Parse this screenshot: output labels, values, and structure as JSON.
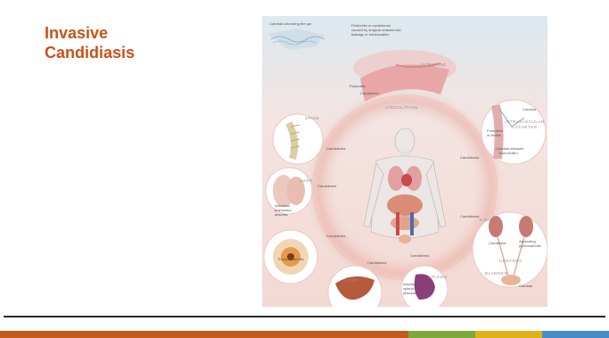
{
  "slide": {
    "title_line1": "Invasive",
    "title_line2": "Candidiasis",
    "title_color": "#c8521a"
  },
  "illustration": {
    "top_left_caption": "Candida colonizing the gut",
    "top_caption_l1": "Peritonitis or candidemia",
    "top_caption_l2": "caused by surgical anastomotic",
    "top_caption_l3": "leakage or translocation",
    "organ_gut": "INTESTINE",
    "peritonitis": "Peritonitis",
    "candidemia_top": "Candidemia",
    "circulation": "CIRCULATION",
    "candida_right": "Candida",
    "catheter_l1": "INTRAVASCULAR",
    "catheter_l2": "CATHETER",
    "biofilm_l1": "Formation",
    "biofilm_l2": "of biofilm",
    "released_l1": "Candida released",
    "released_l2": "from biofilm",
    "spine": "SPINE",
    "lung": "LUNG",
    "pulm_l1": "Infectious",
    "pulm_l2": "pulmonary",
    "pulm_l3": "abscess",
    "endo": "Endophthalmitis",
    "liver": "LIVER",
    "spleen": "SPLEEN",
    "splenic_l1": "Infectious",
    "splenic_l2": "splenic",
    "splenic_l3": "abscess",
    "kidney": "KIDNEY",
    "candiduria": "Candiduria",
    "pyelo_l1": "Ascending",
    "pyelo_l2": "pyelonephritis",
    "ureters": "URETERS",
    "bladder": "BLADDER",
    "candida_bladder": "Candida",
    "candidemia_label": "Candidemia"
  },
  "bottom_bar_colors": [
    "#c45a1c",
    "#c45a1c",
    "#7ca83c",
    "#e0b21a",
    "#4a8cc8"
  ]
}
